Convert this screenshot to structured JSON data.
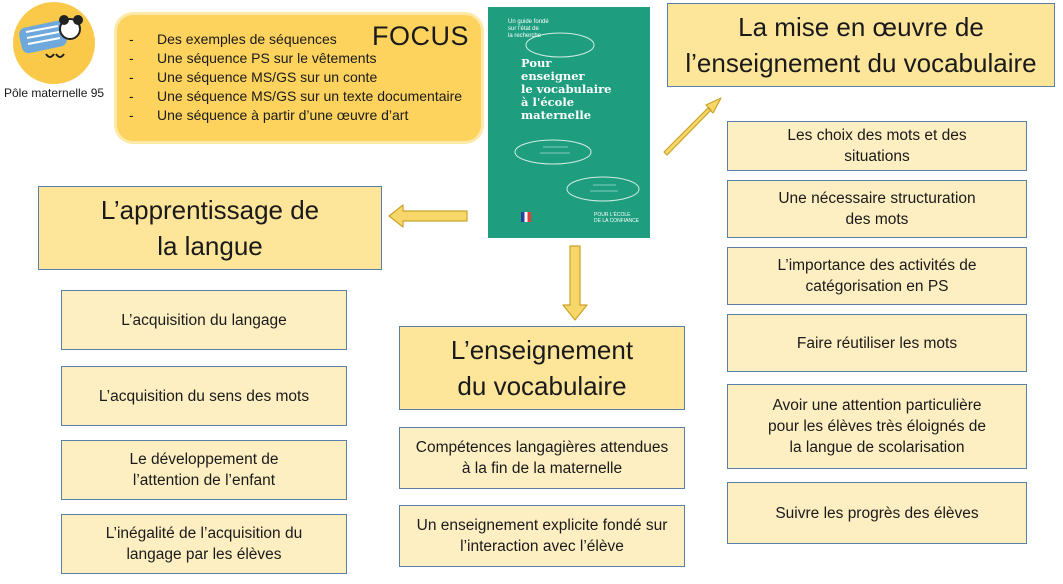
{
  "logo": {
    "caption": "Pôle maternelle 95"
  },
  "focus": {
    "title": "FOCUS",
    "items": [
      "Des exemples de séquences",
      "Une séquence  PS sur le vêtements",
      "Une séquence  MS/GS sur un conte",
      "Une séquence  MS/GS sur un texte documentaire",
      "Une séquence à partir d’une œuvre d’art"
    ]
  },
  "book": {
    "subtitle": "Un guide fondé\nsur l'état de\nla recherche",
    "title": "Pour\nenseigner\nle vocabulaire\nà l'école\nmaternelle",
    "footer": "POUR L'ÉCOLE\nDE LA CONFIANCE"
  },
  "apprentissage": {
    "title": "L’apprentissage de\nla langue",
    "items": [
      "L’acquisition du langage",
      "L’acquisition du sens des mots",
      "Le développement de\nl’attention de l’enfant",
      "L’inégalité de l’acquisition du\nlangage par les élèves"
    ]
  },
  "enseignement": {
    "title": "L’enseignement\ndu vocabulaire",
    "items": [
      "Compétences langagières attendues\nà la  fin de la maternelle",
      "Un enseignement explicite fondé sur\nl’interaction avec l’élève"
    ]
  },
  "mise_en_oeuvre": {
    "title": "La mise en œuvre de\nl’enseignement du vocabulaire",
    "items": [
      "Les choix des mots et des\nsituations",
      "Une nécessaire structuration\ndes mots",
      "L’importance des activités de\ncatégorisation en PS",
      "Faire réutiliser les mots",
      "Avoir une attention particulière\npour les élèves très éloignés de\nla langue de scolarisation",
      "Suivre les progrès des élèves"
    ]
  },
  "colors": {
    "box_fill": "#fdefc2",
    "title_fill": "#fde59a",
    "focus_fill": "#fdd35e",
    "border": "#5a7fa8",
    "book": "#1e9e7f",
    "arrow": "#f8d76a"
  }
}
